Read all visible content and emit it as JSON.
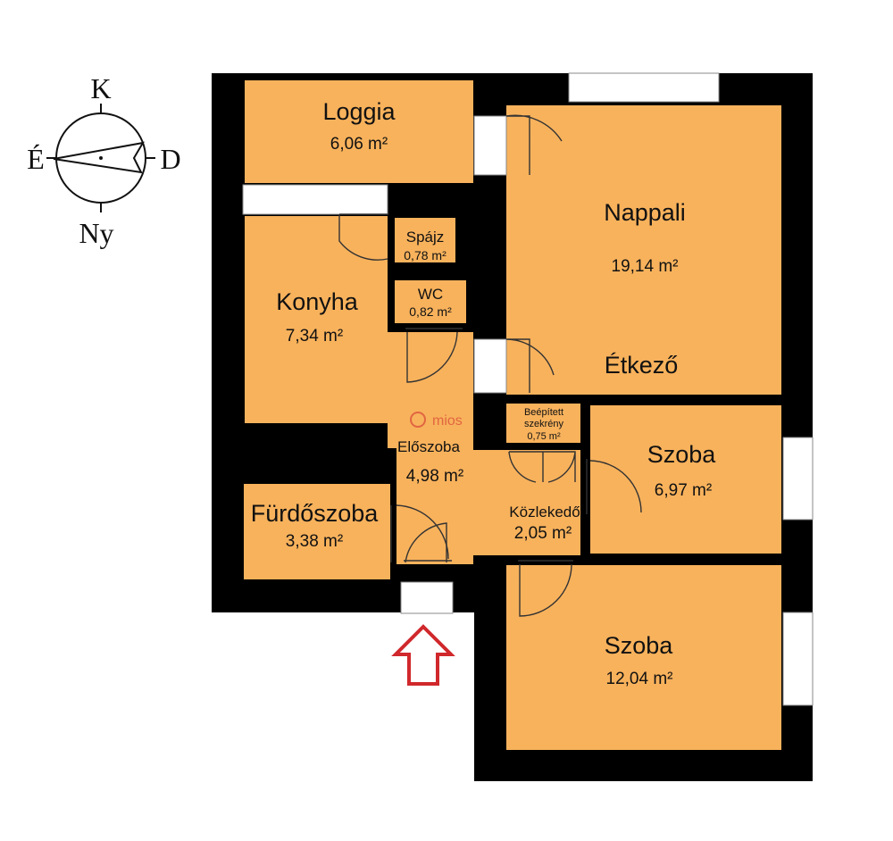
{
  "compass": {
    "north": "K",
    "west": "É",
    "east": "D",
    "south": "Ny"
  },
  "rooms": [
    {
      "id": "loggia",
      "name": "Loggia",
      "area": "6,06 m²"
    },
    {
      "id": "nappali",
      "name": "Nappali",
      "area": "19,14 m²"
    },
    {
      "id": "etkezo",
      "name": "Étkező"
    },
    {
      "id": "spajz",
      "name": "Spájz",
      "area": "0,78 m²"
    },
    {
      "id": "wc",
      "name": "WC",
      "area": "0,82 m²"
    },
    {
      "id": "konyha",
      "name": "Konyha",
      "area": "7,34 m²"
    },
    {
      "id": "beepitett",
      "name_line1": "Beépített",
      "name_line2": "szekrény",
      "area": "0,75 m²"
    },
    {
      "id": "eloszoba",
      "name": "Előszoba",
      "area": "4,98 m²"
    },
    {
      "id": "szoba1",
      "name": "Szoba",
      "area": "6,97 m²"
    },
    {
      "id": "kozlekedo",
      "name": "Közlekedő",
      "area": "2,05 m²"
    },
    {
      "id": "furdoszoba",
      "name": "Fürdőszoba",
      "area": "3,38 m²"
    },
    {
      "id": "szoba2",
      "name": "Szoba",
      "area": "12,04 m²"
    }
  ],
  "watermark": "mios",
  "colors": {
    "room": "#F8B25C",
    "wall": "#000000",
    "entrance_arrow": "#D0282C"
  }
}
